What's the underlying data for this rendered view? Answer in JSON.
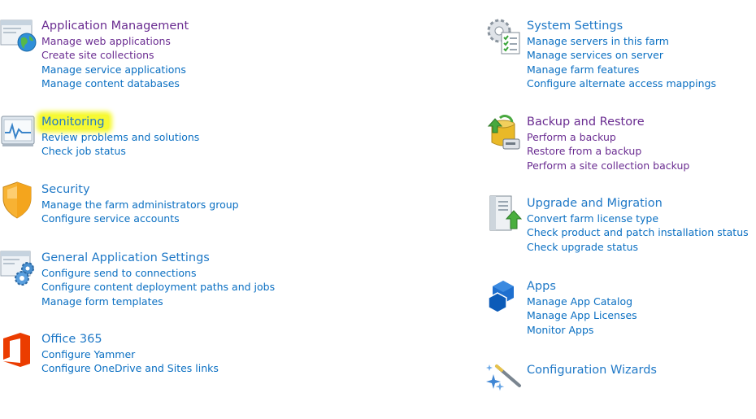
{
  "left_sections": [
    {
      "icon": "application-management-icon",
      "title": "Application Management",
      "title_visited": true,
      "links": [
        {
          "label": "Manage web applications",
          "visited": true
        },
        {
          "label": "Create site collections",
          "visited": true
        },
        {
          "label": "Manage service applications",
          "visited": false
        },
        {
          "label": "Manage content databases",
          "visited": false
        }
      ]
    },
    {
      "icon": "monitoring-icon",
      "title": "Monitoring",
      "highlighted": true,
      "highlight_color": "#f6f934",
      "links": [
        {
          "label": "Review problems and solutions",
          "visited": false
        },
        {
          "label": "Check job status",
          "visited": false
        }
      ]
    },
    {
      "icon": "security-shield-icon",
      "title": "Security",
      "links": [
        {
          "label": "Manage the farm administrators group",
          "visited": false
        },
        {
          "label": "Configure service accounts",
          "visited": false
        }
      ]
    },
    {
      "icon": "general-application-settings-icon",
      "title": "General Application Settings",
      "links": [
        {
          "label": "Configure send to connections",
          "visited": false
        },
        {
          "label": "Configure content deployment paths and jobs",
          "visited": false
        },
        {
          "label": "Manage form templates",
          "visited": false
        }
      ]
    },
    {
      "icon": "office-365-icon",
      "title": "Office 365",
      "links": [
        {
          "label": "Configure Yammer",
          "visited": false
        },
        {
          "label": "Configure OneDrive and Sites links",
          "visited": false
        }
      ]
    }
  ],
  "right_sections": [
    {
      "icon": "system-settings-icon",
      "title": "System Settings",
      "links": [
        {
          "label": "Manage servers in this farm",
          "visited": false
        },
        {
          "label": "Manage services on server",
          "visited": false
        },
        {
          "label": "Manage farm features",
          "visited": false
        },
        {
          "label": "Configure alternate access mappings",
          "visited": false
        }
      ]
    },
    {
      "icon": "backup-restore-icon",
      "title": "Backup and Restore",
      "title_visited": true,
      "links": [
        {
          "label": "Perform a backup",
          "visited": true
        },
        {
          "label": "Restore from a backup",
          "visited": true
        },
        {
          "label": "Perform a site collection backup",
          "visited": true
        }
      ]
    },
    {
      "icon": "upgrade-migration-icon",
      "title": "Upgrade and Migration",
      "links": [
        {
          "label": "Convert farm license type",
          "visited": false
        },
        {
          "label": "Check product and patch installation status",
          "visited": false
        },
        {
          "label": "Check upgrade status",
          "visited": false
        }
      ]
    },
    {
      "icon": "apps-icon",
      "title": "Apps",
      "links": [
        {
          "label": "Manage App Catalog",
          "visited": false
        },
        {
          "label": "Manage App Licenses",
          "visited": false
        },
        {
          "label": "Monitor Apps",
          "visited": false
        }
      ]
    },
    {
      "icon": "configuration-wizards-icon",
      "title": "Configuration Wizards",
      "links": []
    }
  ],
  "colors": {
    "link": "#0a6fc2",
    "title": "#2079c7",
    "visited": "#6a2c91",
    "highlight": "#f6f934"
  }
}
